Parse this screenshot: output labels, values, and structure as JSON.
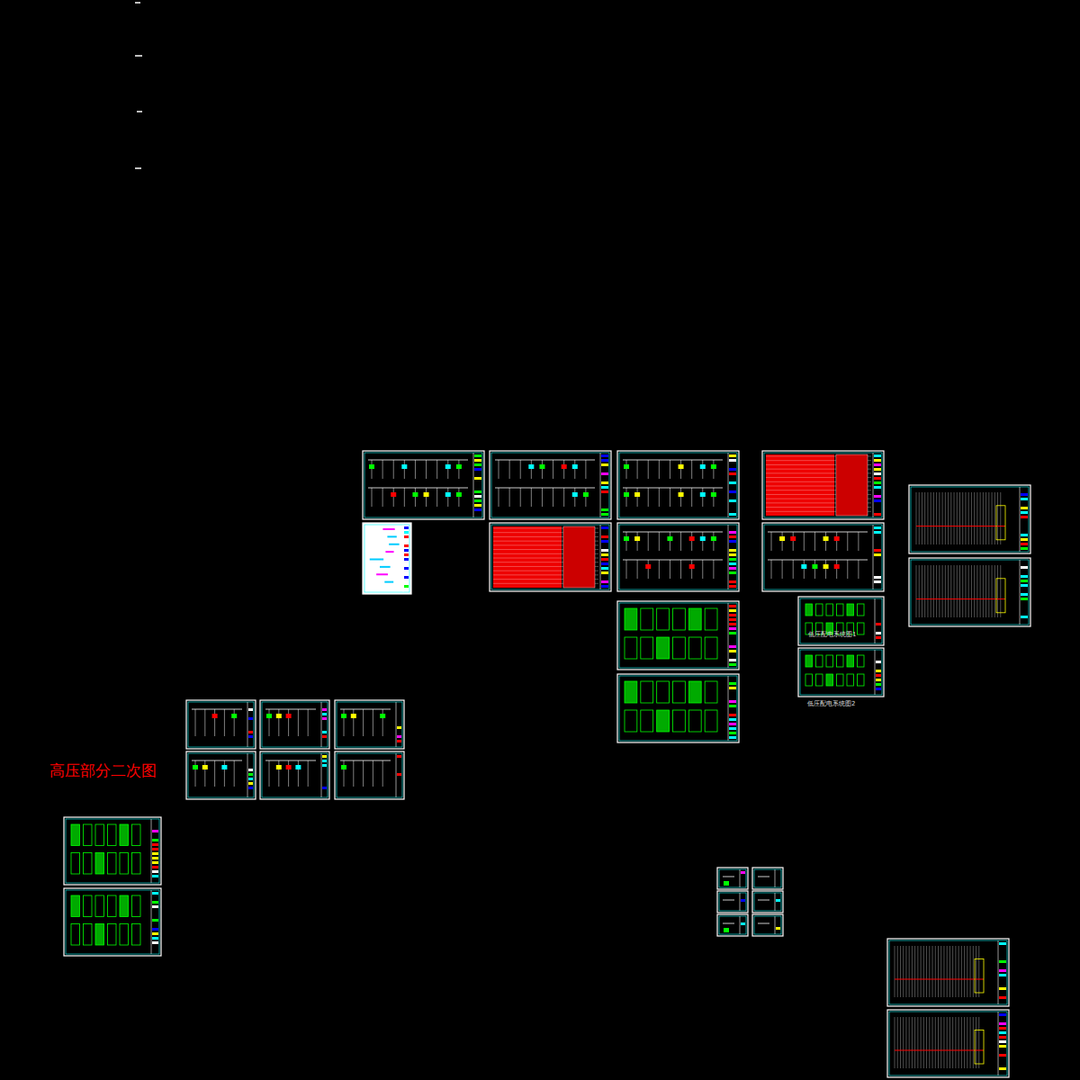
{
  "diagram": {
    "labels": [
      "高压部分二次图",
      "低压配电系统图1",
      "低压配电系统图2"
    ]
  }
}
